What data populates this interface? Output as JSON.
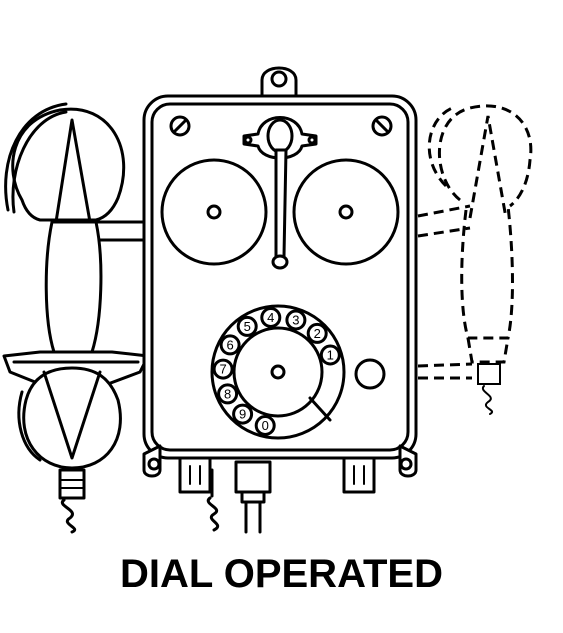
{
  "caption": "DIAL OPERATED",
  "dial": {
    "digits": [
      "1",
      "2",
      "3",
      "4",
      "5",
      "6",
      "7",
      "8",
      "9",
      "0"
    ]
  },
  "colors": {
    "ink": "#000000",
    "paper": "#ffffff"
  }
}
